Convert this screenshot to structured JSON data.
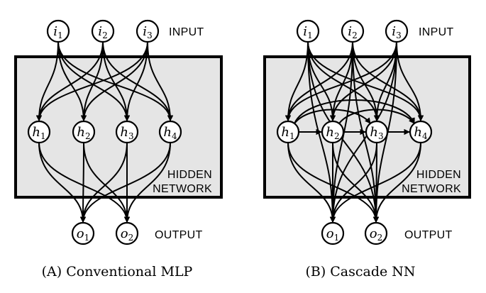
{
  "colors": {
    "box_fill": "#e5e5e5",
    "stroke": "#000000",
    "node_fill": "#ffffff"
  },
  "panels": [
    {
      "id": "mlp",
      "caption": "(A) Conventional MLP",
      "input_label": "INPUT",
      "hidden_label_line1": "HIDDEN",
      "hidden_label_line2": "NETWORK",
      "output_label": "OUTPUT",
      "inputs": [
        {
          "base": "i",
          "sub": "1"
        },
        {
          "base": "i",
          "sub": "2"
        },
        {
          "base": "i",
          "sub": "3"
        }
      ],
      "hidden": [
        {
          "base": "h",
          "sub": "1"
        },
        {
          "base": "h",
          "sub": "2"
        },
        {
          "base": "h",
          "sub": "3"
        },
        {
          "base": "h",
          "sub": "4"
        }
      ],
      "outputs": [
        {
          "base": "o",
          "sub": "1"
        },
        {
          "base": "o",
          "sub": "2"
        }
      ]
    },
    {
      "id": "cascade",
      "caption": "(B) Cascade NN",
      "input_label": "INPUT",
      "hidden_label_line1": "HIDDEN",
      "hidden_label_line2": "NETWORK",
      "output_label": "OUTPUT",
      "inputs": [
        {
          "base": "i",
          "sub": "1"
        },
        {
          "base": "i",
          "sub": "2"
        },
        {
          "base": "i",
          "sub": "3"
        }
      ],
      "hidden": [
        {
          "base": "h",
          "sub": "1"
        },
        {
          "base": "h",
          "sub": "2"
        },
        {
          "base": "h",
          "sub": "3"
        },
        {
          "base": "h",
          "sub": "4"
        }
      ],
      "outputs": [
        {
          "base": "o",
          "sub": "1"
        },
        {
          "base": "o",
          "sub": "2"
        }
      ]
    }
  ]
}
